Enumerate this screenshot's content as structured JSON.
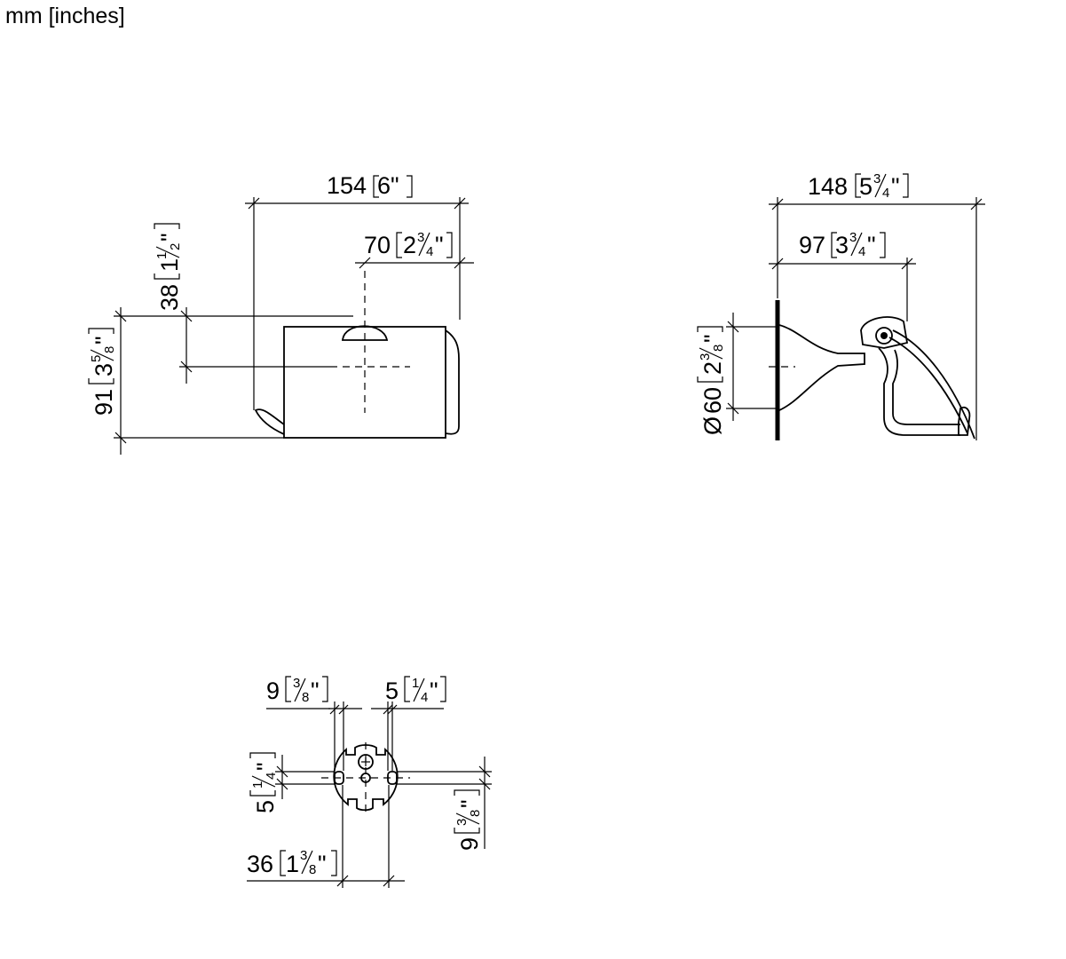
{
  "units_label": "mm [inches]",
  "front_view": {
    "width_mm": "154",
    "width_in": "6\"",
    "offset_mm": "70",
    "offset_in_whole": "2",
    "offset_in_num": "3",
    "offset_in_den": "4",
    "offset_in_mark": "\"",
    "height_mm": "91",
    "height_in_whole": "3",
    "height_in_num": "5",
    "height_in_den": "8",
    "height_in_mark": "\"",
    "axis_mm": "38",
    "axis_in_whole": "1",
    "axis_in_num": "1",
    "axis_in_den": "2",
    "axis_in_mark": "\""
  },
  "side_view": {
    "depth_mm": "148",
    "depth_in_whole": "5",
    "depth_in_num": "3",
    "depth_in_den": "4",
    "depth_in_mark": "\"",
    "projection_mm": "97",
    "projection_in_whole": "3",
    "projection_in_num": "3",
    "projection_in_den": "4",
    "projection_in_mark": "\"",
    "diameter_symbol": "Ø",
    "diameter_mm": "60",
    "diameter_in_whole": "2",
    "diameter_in_num": "3",
    "diameter_in_den": "8",
    "diameter_in_mark": "\""
  },
  "mount_view": {
    "slot_mm": "9",
    "slot_in_num": "3",
    "slot_in_den": "8",
    "slot_in_mark": "\"",
    "gap_mm": "5",
    "gap_in_num": "1",
    "gap_in_den": "4",
    "gap_in_mark": "\"",
    "left_mm": "5",
    "left_in_num": "1",
    "left_in_den": "4",
    "left_in_mark": "\"",
    "right_mm": "9",
    "right_in_num": "3",
    "right_in_den": "8",
    "right_in_mark": "\"",
    "spacing_mm": "36",
    "spacing_in_whole": "1",
    "spacing_in_num": "3",
    "spacing_in_den": "8",
    "spacing_in_mark": "\""
  }
}
